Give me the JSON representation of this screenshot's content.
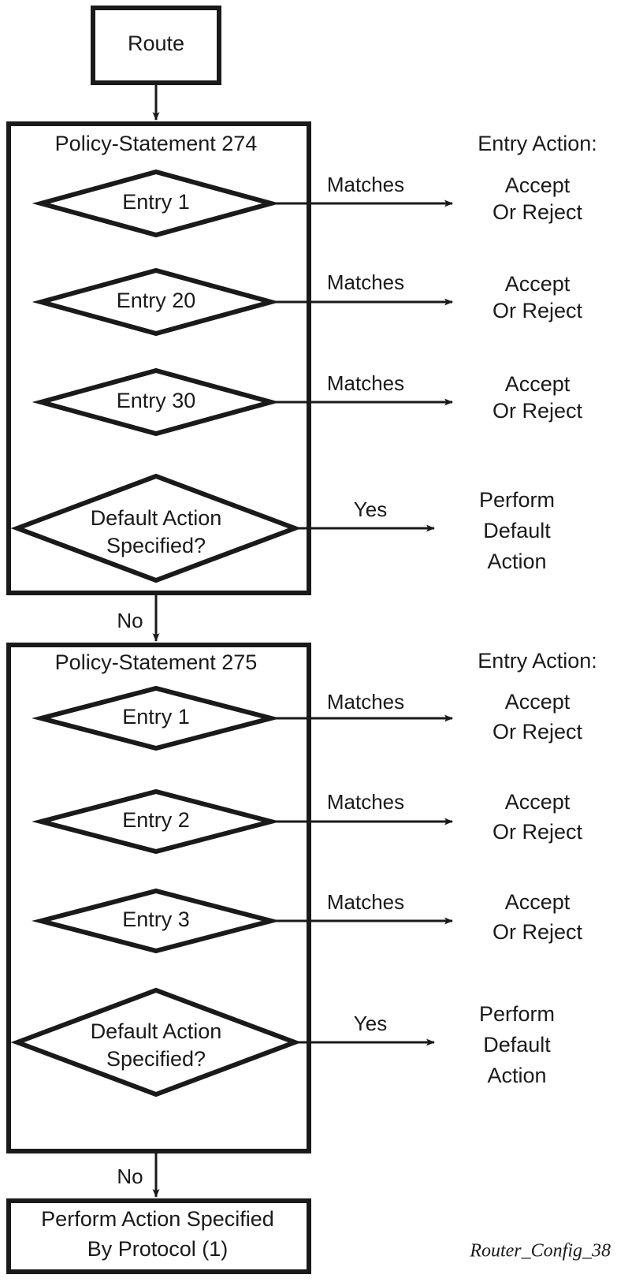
{
  "diagram": {
    "title_caption": "Router_Config_38",
    "start_node": {
      "label": "Route"
    },
    "end_node": {
      "line1": "Perform Action Specified",
      "line2": "By Protocol (1)"
    },
    "policy_statements": [
      {
        "title": "Policy-Statement 274",
        "action_header": "Entry Action:",
        "entries": [
          {
            "label": "Entry 1",
            "edge_label": "Matches",
            "action_line1": "Accept",
            "action_line2": "Or Reject"
          },
          {
            "label": "Entry 20",
            "edge_label": "Matches",
            "action_line1": "Accept",
            "action_line2": "Or Reject"
          },
          {
            "label": "Entry 30",
            "edge_label": "Matches",
            "action_line1": "Accept",
            "action_line2": "Or Reject"
          }
        ],
        "default_decision": {
          "line1": "Default Action",
          "line2": "Specified?",
          "yes_label": "Yes",
          "no_label": "No",
          "yes_action_line1": "Perform",
          "yes_action_line2": "Default",
          "yes_action_line3": "Action"
        }
      },
      {
        "title": "Policy-Statement 275",
        "action_header": "Entry Action:",
        "entries": [
          {
            "label": "Entry 1",
            "edge_label": "Matches",
            "action_line1": "Accept",
            "action_line2": "Or Reject"
          },
          {
            "label": "Entry 2",
            "edge_label": "Matches",
            "action_line1": "Accept",
            "action_line2": "Or Reject"
          },
          {
            "label": "Entry 3",
            "edge_label": "Matches",
            "action_line1": "Accept",
            "action_line2": "Or Reject"
          }
        ],
        "default_decision": {
          "line1": "Default Action",
          "line2": "Specified?",
          "yes_label": "Yes",
          "no_label": "No",
          "yes_action_line1": "Perform",
          "yes_action_line2": "Default",
          "yes_action_line3": "Action"
        }
      }
    ],
    "colors": {
      "stroke": "#1a1a1a",
      "background": "#ffffff"
    }
  }
}
